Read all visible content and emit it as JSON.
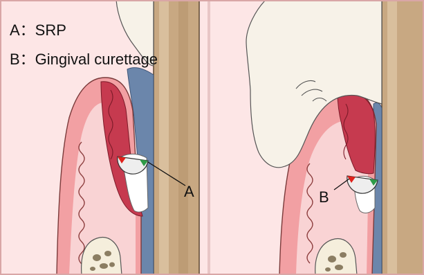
{
  "legend": {
    "line_a": "A：SRP",
    "line_b": "B：Gingival curettage"
  },
  "callouts": {
    "a": "A",
    "b": "B"
  },
  "colors": {
    "frame": "#d9a6a6",
    "background": "#fde6e6",
    "root_tan": "#c8a882",
    "gingiva_outer": "#f2a0a3",
    "gingiva_inner": "#f9d3d4",
    "inflamed_tissue": "#c63a4f",
    "pocket_blue": "#6b86ab",
    "tooth_crown": "#f7f2e8",
    "bone": "#f5eedc",
    "curette_tip_red": "#e0211b",
    "curette_tip_green": "#2e9b47"
  }
}
